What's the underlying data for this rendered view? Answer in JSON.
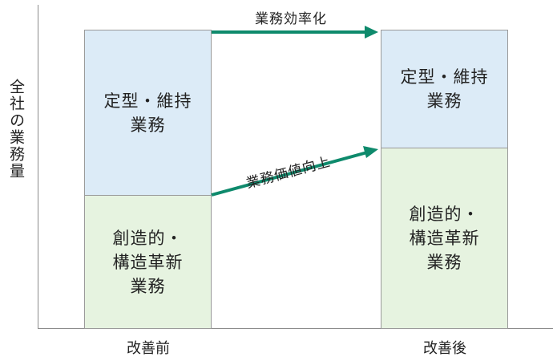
{
  "y_axis_label": "全社の業務量",
  "before": {
    "label": "改善前",
    "top_block": "定型・維持\n業務",
    "bottom_block": "創造的・\n構造革新\n業務"
  },
  "after": {
    "label": "改善後",
    "top_block": "定型・維持\n業務",
    "bottom_block": "創造的・\n構造革新\n業務"
  },
  "arrows": {
    "efficiency": "業務効率化",
    "value_up": "業務価値向上"
  },
  "colors": {
    "routine_block": "#dcebf7",
    "creative_block": "#e6f3e0",
    "arrow": "#0e8a6c"
  }
}
